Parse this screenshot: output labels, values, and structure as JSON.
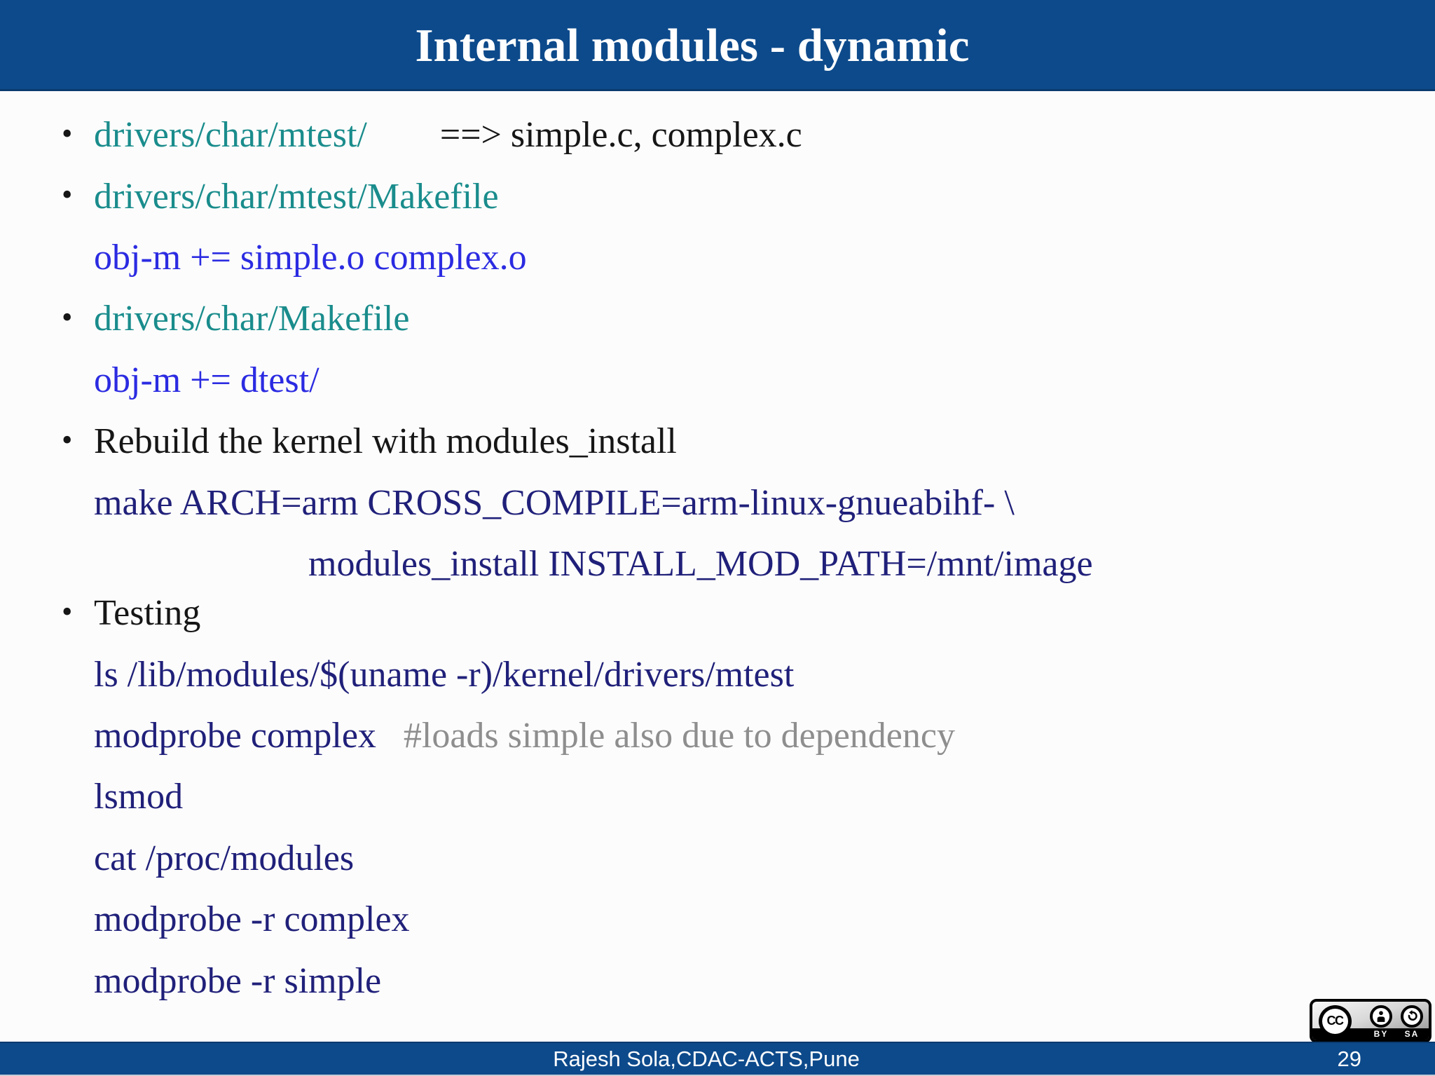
{
  "header": {
    "title": "Internal modules - dynamic"
  },
  "colors": {
    "bar_blue": "#0d4a8b",
    "teal": "#1a8c8c",
    "blue": "#2b2be2",
    "navy": "#20207a",
    "black": "#161616",
    "gray": "#8e8e8e"
  },
  "body": {
    "lines": [
      {
        "bullet": true,
        "segments": [
          {
            "role": "teal",
            "text": "drivers/char/mtest/"
          },
          {
            "role": "black",
            "text": "        ==> simple.c, complex.c"
          }
        ]
      },
      {
        "bullet": true,
        "segments": [
          {
            "role": "teal",
            "text": "drivers/char/mtest/Makefile"
          }
        ]
      },
      {
        "bullet": false,
        "segments": [
          {
            "role": "blue",
            "text": "obj-m += simple.o complex.o"
          }
        ]
      },
      {
        "bullet": true,
        "segments": [
          {
            "role": "teal",
            "text": "drivers/char/Makefile"
          }
        ]
      },
      {
        "bullet": false,
        "segments": [
          {
            "role": "blue",
            "text": "obj-m += dtest/"
          }
        ]
      },
      {
        "bullet": true,
        "segments": [
          {
            "role": "black",
            "text": "Rebuild the kernel with modules_install"
          }
        ]
      },
      {
        "bullet": false,
        "segments": [
          {
            "role": "navy",
            "text": "make ARCH=arm CROSS_COMPILE=arm-linux-gnueabihf- \\"
          }
        ]
      },
      {
        "bullet": false,
        "indent": "deep",
        "segments": [
          {
            "role": "navy",
            "text": "modules_install INSTALL_MOD_PATH=/mnt/image"
          }
        ]
      },
      {
        "bullet": true,
        "tight": true,
        "segments": [
          {
            "role": "black",
            "text": "Testing"
          }
        ]
      },
      {
        "bullet": false,
        "segments": [
          {
            "role": "navy",
            "text": "ls /lib/modules/$(uname -r)/kernel/drivers/mtest"
          }
        ]
      },
      {
        "bullet": false,
        "segments": [
          {
            "role": "navy",
            "text": "modprobe complex"
          },
          {
            "role": "gray",
            "text": "   #loads simple also due to dependency"
          }
        ]
      },
      {
        "bullet": false,
        "segments": [
          {
            "role": "navy",
            "text": "lsmod"
          }
        ]
      },
      {
        "bullet": false,
        "segments": [
          {
            "role": "navy",
            "text": "cat /proc/modules"
          }
        ]
      },
      {
        "bullet": false,
        "segments": [
          {
            "role": "navy",
            "text": "modprobe -r complex"
          }
        ]
      },
      {
        "bullet": false,
        "segments": [
          {
            "role": "navy",
            "text": "modprobe -r simple"
          }
        ]
      }
    ]
  },
  "footer": {
    "author": "Rajesh Sola,CDAC-ACTS,Pune",
    "page_number": "29"
  },
  "license_badge": {
    "cc_label": "CC",
    "by_label": "BY",
    "sa_label": "SA"
  }
}
